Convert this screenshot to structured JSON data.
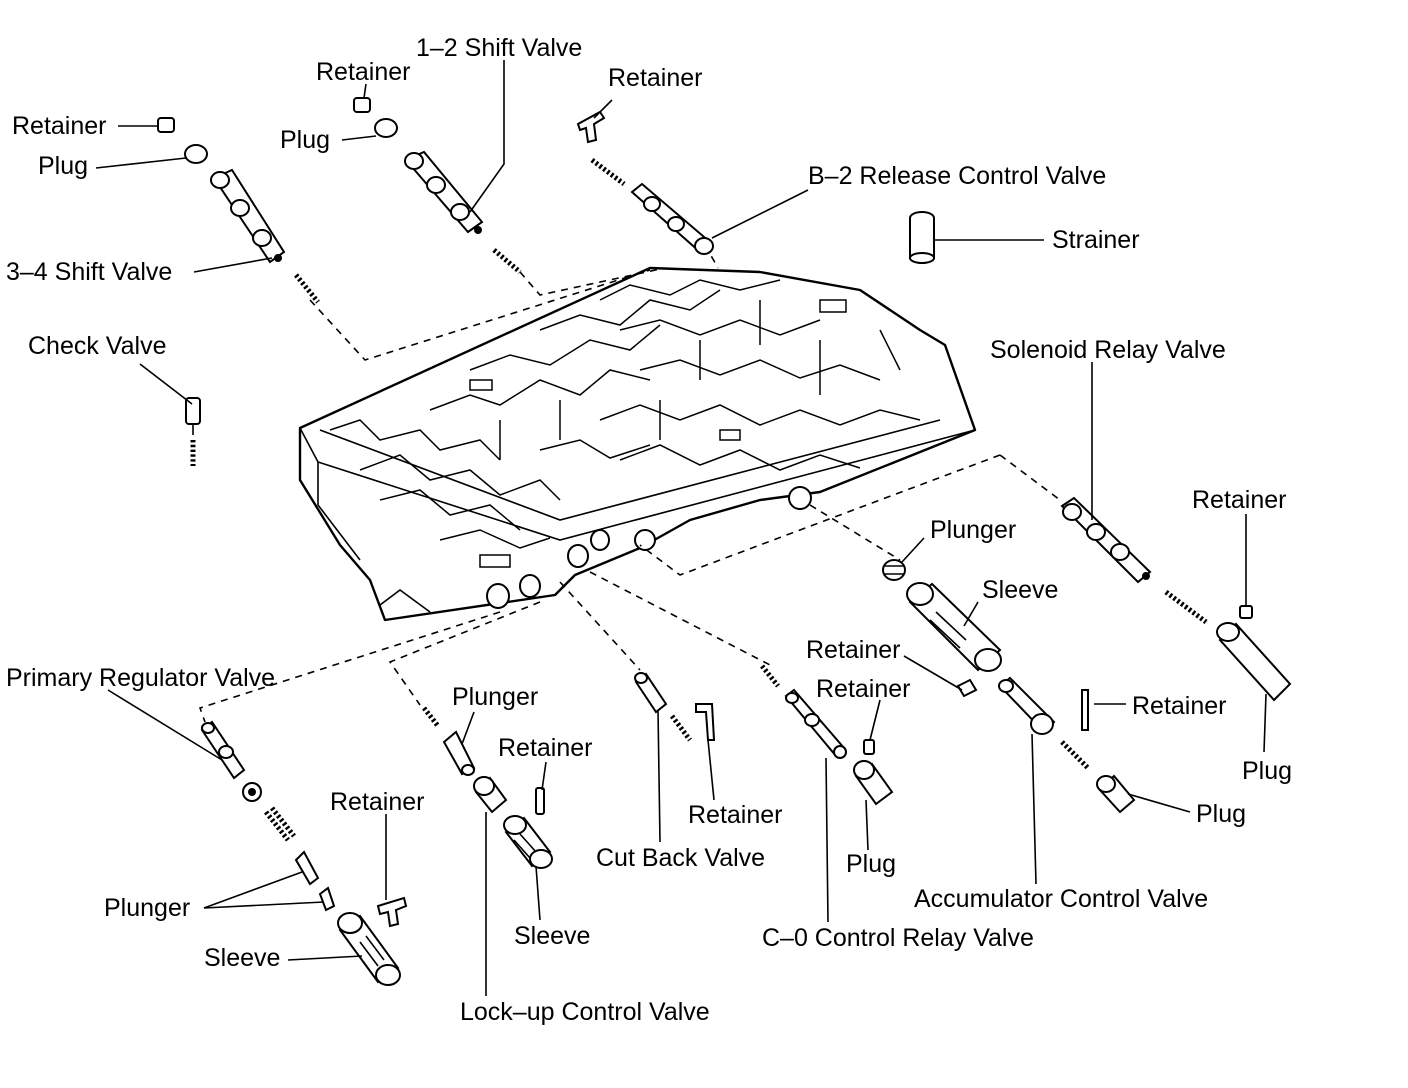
{
  "labels": {
    "retainer_top_left": "Retainer",
    "plug_top_left": "Plug",
    "shift_3_4": "3–4 Shift Valve",
    "check_valve": "Check Valve",
    "retainer_top_mid": "Retainer",
    "shift_1_2": "1–2 Shift Valve",
    "plug_top_mid": "Plug",
    "retainer_top_right": "Retainer",
    "b2_release": "B–2 Release Control Valve",
    "strainer": "Strainer",
    "solenoid_relay": "Solenoid Relay Valve",
    "retainer_right": "Retainer",
    "plunger_mid_right": "Plunger",
    "sleeve_mid_right": "Sleeve",
    "retainer_mid_1": "Retainer",
    "retainer_mid_2": "Retainer",
    "retainer_right_2": "Retainer",
    "plug_right": "Plug",
    "plug_right_2": "Plug",
    "primary_regulator": "Primary Regulator Valve",
    "plunger_lockup": "Plunger",
    "retainer_lockup": "Retainer",
    "retainer_bottom_left": "Retainer",
    "retainer_cutback": "Retainer",
    "plug_c0": "Plug",
    "cut_back": "Cut Back Valve",
    "plunger_bottom_left": "Plunger",
    "sleeve_lockup": "Sleeve",
    "accumulator": "Accumulator Control Valve",
    "c0_relay": "C–0 Control Relay Valve",
    "sleeve_bottom_left": "Sleeve",
    "lockup": "Lock–up Control Valve"
  }
}
